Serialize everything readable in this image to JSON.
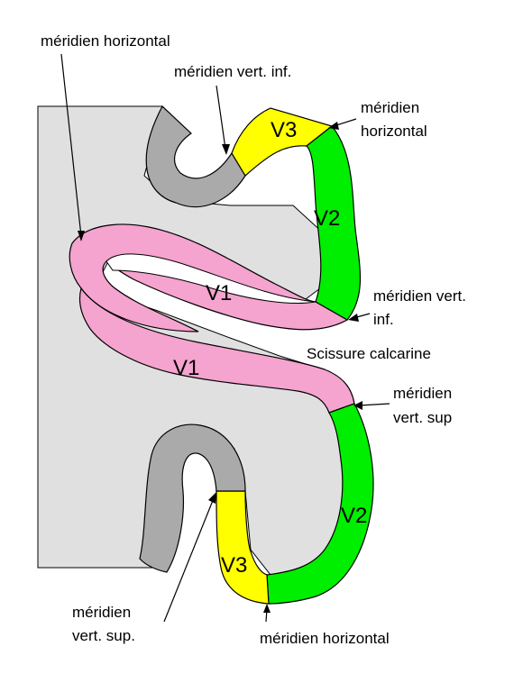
{
  "colors": {
    "v1": "#f5a3cf",
    "v2": "#00ee00",
    "v3": "#ffff00",
    "unlabeled_cortex": "#aaaaaa",
    "white_matter": "#e0e0e0"
  },
  "areas": {
    "v1_upper": "V1",
    "v1_lower": "V1",
    "v2_upper": "V2",
    "v2_lower": "V2",
    "v3_upper": "V3",
    "v3_lower": "V3"
  },
  "labels": {
    "meridien_horizontal_top": "méridien horizontal",
    "meridien_vert_inf_top": "méridien vert. inf.",
    "meridien_horizontal_right_line1": "méridien",
    "meridien_horizontal_right_line2": "horizontal",
    "meridien_vert_inf_right_line1": "méridien vert.",
    "meridien_vert_inf_right_line2": "inf.",
    "scissure_calcarine": "Scissure calcarine",
    "meridien_vert_sup_right_line1": "méridien",
    "meridien_vert_sup_right_line2": "vert. sup",
    "meridien_vert_sup_left_line1": "méridien",
    "meridien_vert_sup_left_line2": "vert. sup.",
    "meridien_horizontal_bottom": "méridien horizontal"
  }
}
